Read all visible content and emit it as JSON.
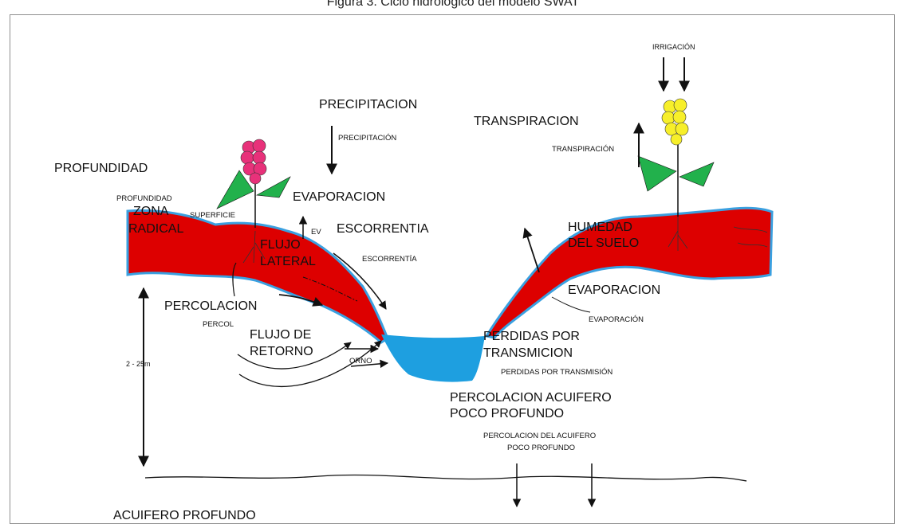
{
  "figure": {
    "caption": "Figura 3. Ciclo hidrológico del modelo SWAT"
  },
  "labels": {
    "precipitacion_big": "PRECIPITACION",
    "precipitacion_small": "PRECIPITACIÓN",
    "transpiracion_big": "TRANSPIRACION",
    "transpiracion_small": "TRANSPIRACIÓN",
    "irrigacion_small": "IRRIGACIÓN",
    "profundidad_big": "PROFUNDIDAD",
    "profundidad_small": "PROFUNDIDAD",
    "zona_radical_line1": "ZONA",
    "zona_radical_line2": "RADICAL",
    "superficie_small": "SUPERFICIE",
    "evaporacion_big_left": "EVAPORACION",
    "ev_small": "EV",
    "escorrentia_big": "ESCORRENTIA",
    "escorrentia_small": "ESCORRENTÍA",
    "flujo_lateral_line1": "FLUJO",
    "flujo_lateral_line2": "LATERAL",
    "percolacion_big": "PERCOLACION",
    "percol_small": "PERCOL",
    "flujo_retorno_line1": "FLUJO DE",
    "flujo_retorno_line2": "RETORNO",
    "orno_small": "ORNO",
    "depth_range": "2 - 25m",
    "humedad_line1": "HUMEDAD",
    "humedad_line2": "DEL SUELO",
    "evaporacion_big_right": "EVAPORACION",
    "evaporacion_small": "EVAPORACIÓN",
    "perdidas_line1": "PERDIDAS POR",
    "perdidas_line2": "TRANSMICION",
    "perdidas_small": "PERDIDAS POR TRANSMISIÓN",
    "percolacion_acuifero_line1": "PERCOLACION ACUIFERO",
    "percolacion_acuifero_line2": "POCO PROFUNDO",
    "percolacion_acuifero_small_line1": "PERCOLACION DEL ACUIFERO",
    "percolacion_acuifero_small_line2": "POCO PROFUNDO",
    "acuifero_profundo": "ACUIFERO PROFUNDO"
  },
  "colors": {
    "soil": "#dd0000",
    "water": "#1e9fe0",
    "outline": "#3aa0e0",
    "leaf": "#22b14c",
    "flower_left": "#e8317a",
    "flower_right": "#f7ef2a"
  }
}
